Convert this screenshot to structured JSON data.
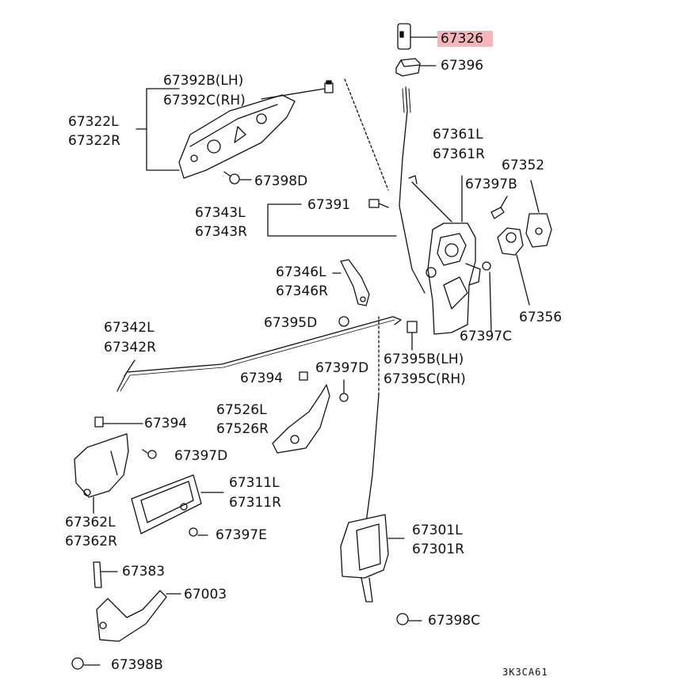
{
  "diagram_id": "3K3CA61",
  "highlight_color": "#f4b6b9",
  "labels": {
    "p67326": "67326",
    "p67396": "67396",
    "p67392b": "67392B(LH)",
    "p67392c": "67392C(RH)",
    "p67322l": "67322L",
    "p67322r": "67322R",
    "p67398d": "67398D",
    "p67361l": "67361L",
    "p67361r": "67361R",
    "p67352": "67352",
    "p67397b": "67397B",
    "p67343l": "67343L",
    "p67343r": "67343R",
    "p67391": "67391",
    "p67346l": "67346L",
    "p67346r": "67346R",
    "p67356": "67356",
    "p67395d": "67395D",
    "p67397c": "67397C",
    "p67342l": "67342L",
    "p67342r": "67342R",
    "p67395b": "67395B(LH)",
    "p67395c": "67395C(RH)",
    "p67394a": "67394",
    "p67397d_a": "67397D",
    "p67526l": "67526L",
    "p67526r": "67526R",
    "p67394b": "67394",
    "p67397d_b": "67397D",
    "p67311l": "67311L",
    "p67311r": "67311R",
    "p67362l": "67362L",
    "p67362r": "67362R",
    "p67397e": "67397E",
    "p67301l": "67301L",
    "p67301r": "67301R",
    "p67383": "67383",
    "p67003": "67003",
    "p67398c": "67398C",
    "p67398b": "67398B"
  }
}
